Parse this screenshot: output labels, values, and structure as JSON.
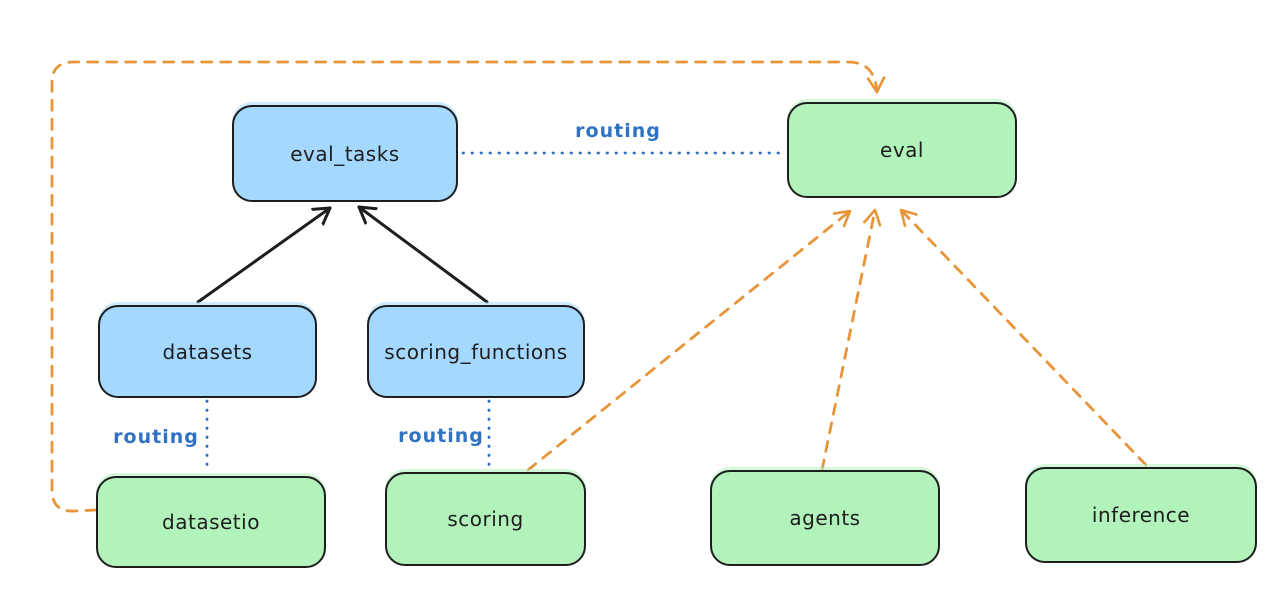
{
  "diagram": {
    "colors": {
      "stroke": "#1e1e1e",
      "blue_fill": "#a5d8ff",
      "green_fill": "#b2f2bb",
      "orange": "#e8953a",
      "routing_blue": "#2f72c4",
      "background": "#ffffff"
    },
    "nodes": [
      {
        "id": "eval_tasks",
        "label": "eval_tasks",
        "color": "blue"
      },
      {
        "id": "eval",
        "label": "eval",
        "color": "green"
      },
      {
        "id": "datasets",
        "label": "datasets",
        "color": "blue"
      },
      {
        "id": "scoring_functions",
        "label": "scoring_functions",
        "color": "blue"
      },
      {
        "id": "datasetio",
        "label": "datasetio",
        "color": "green"
      },
      {
        "id": "scoring",
        "label": "scoring",
        "color": "green"
      },
      {
        "id": "agents",
        "label": "agents",
        "color": "green"
      },
      {
        "id": "inference",
        "label": "inference",
        "color": "green"
      }
    ],
    "edges": [
      {
        "from": "datasets",
        "to": "eval_tasks",
        "style": "solid",
        "color": "black",
        "arrow": true,
        "label": ""
      },
      {
        "from": "scoring_functions",
        "to": "eval_tasks",
        "style": "solid",
        "color": "black",
        "arrow": true,
        "label": ""
      },
      {
        "from": "eval_tasks",
        "to": "eval",
        "style": "dotted",
        "color": "blue",
        "arrow": false,
        "label": "routing"
      },
      {
        "from": "datasets",
        "to": "datasetio",
        "style": "dotted",
        "color": "blue",
        "arrow": false,
        "label": "routing"
      },
      {
        "from": "scoring_functions",
        "to": "scoring",
        "style": "dotted",
        "color": "blue",
        "arrow": false,
        "label": "routing"
      },
      {
        "from": "datasetio",
        "to": "eval",
        "style": "dashed",
        "color": "orange",
        "arrow": true,
        "label": ""
      },
      {
        "from": "scoring",
        "to": "eval",
        "style": "dashed",
        "color": "orange",
        "arrow": true,
        "label": ""
      },
      {
        "from": "agents",
        "to": "eval",
        "style": "dashed",
        "color": "orange",
        "arrow": true,
        "label": ""
      },
      {
        "from": "inference",
        "to": "eval",
        "style": "dashed",
        "color": "orange",
        "arrow": true,
        "label": ""
      }
    ]
  }
}
